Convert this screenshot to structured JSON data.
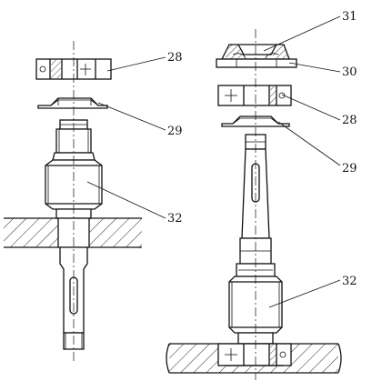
{
  "diagram": {
    "left_assembly": {
      "labels": {
        "nut": "28",
        "washer": "29",
        "spindle": "32"
      }
    },
    "right_assembly": {
      "labels": {
        "cap": "31",
        "seal": "30",
        "nut": "28",
        "washer": "29",
        "spindle": "32"
      }
    }
  }
}
